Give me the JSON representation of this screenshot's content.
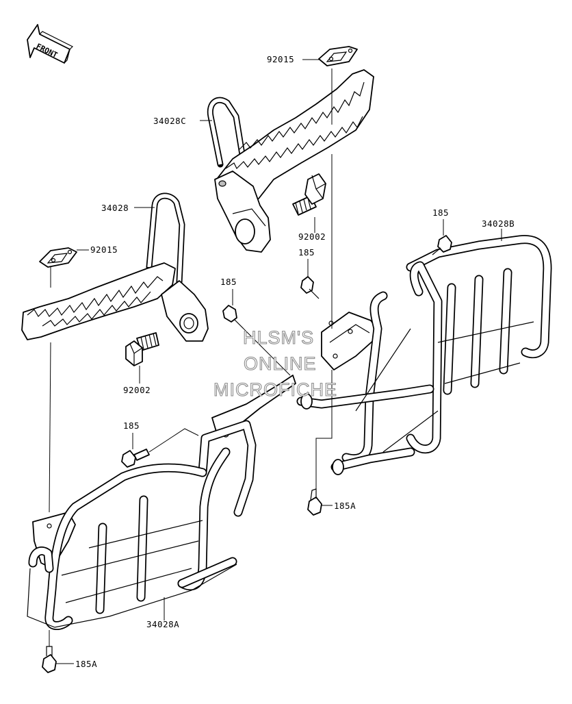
{
  "front_label": "FRONT",
  "watermark": {
    "line1": "HLSM'S",
    "line2": "ONLINE",
    "line3": "MICROFICHE"
  },
  "callouts": {
    "c92015_top": "92015",
    "c34028C": "34028C",
    "c34028": "34028",
    "c92015_left": "92015",
    "c92002_top": "92002",
    "c185_upper_mid": "185",
    "c185_upper_right": "185",
    "c34028B": "34028B",
    "c185_center": "185",
    "c92002_left": "92002",
    "c185_left": "185",
    "c185A_right": "185A",
    "c34028A": "34028A",
    "c185A_bottom": "185A"
  }
}
